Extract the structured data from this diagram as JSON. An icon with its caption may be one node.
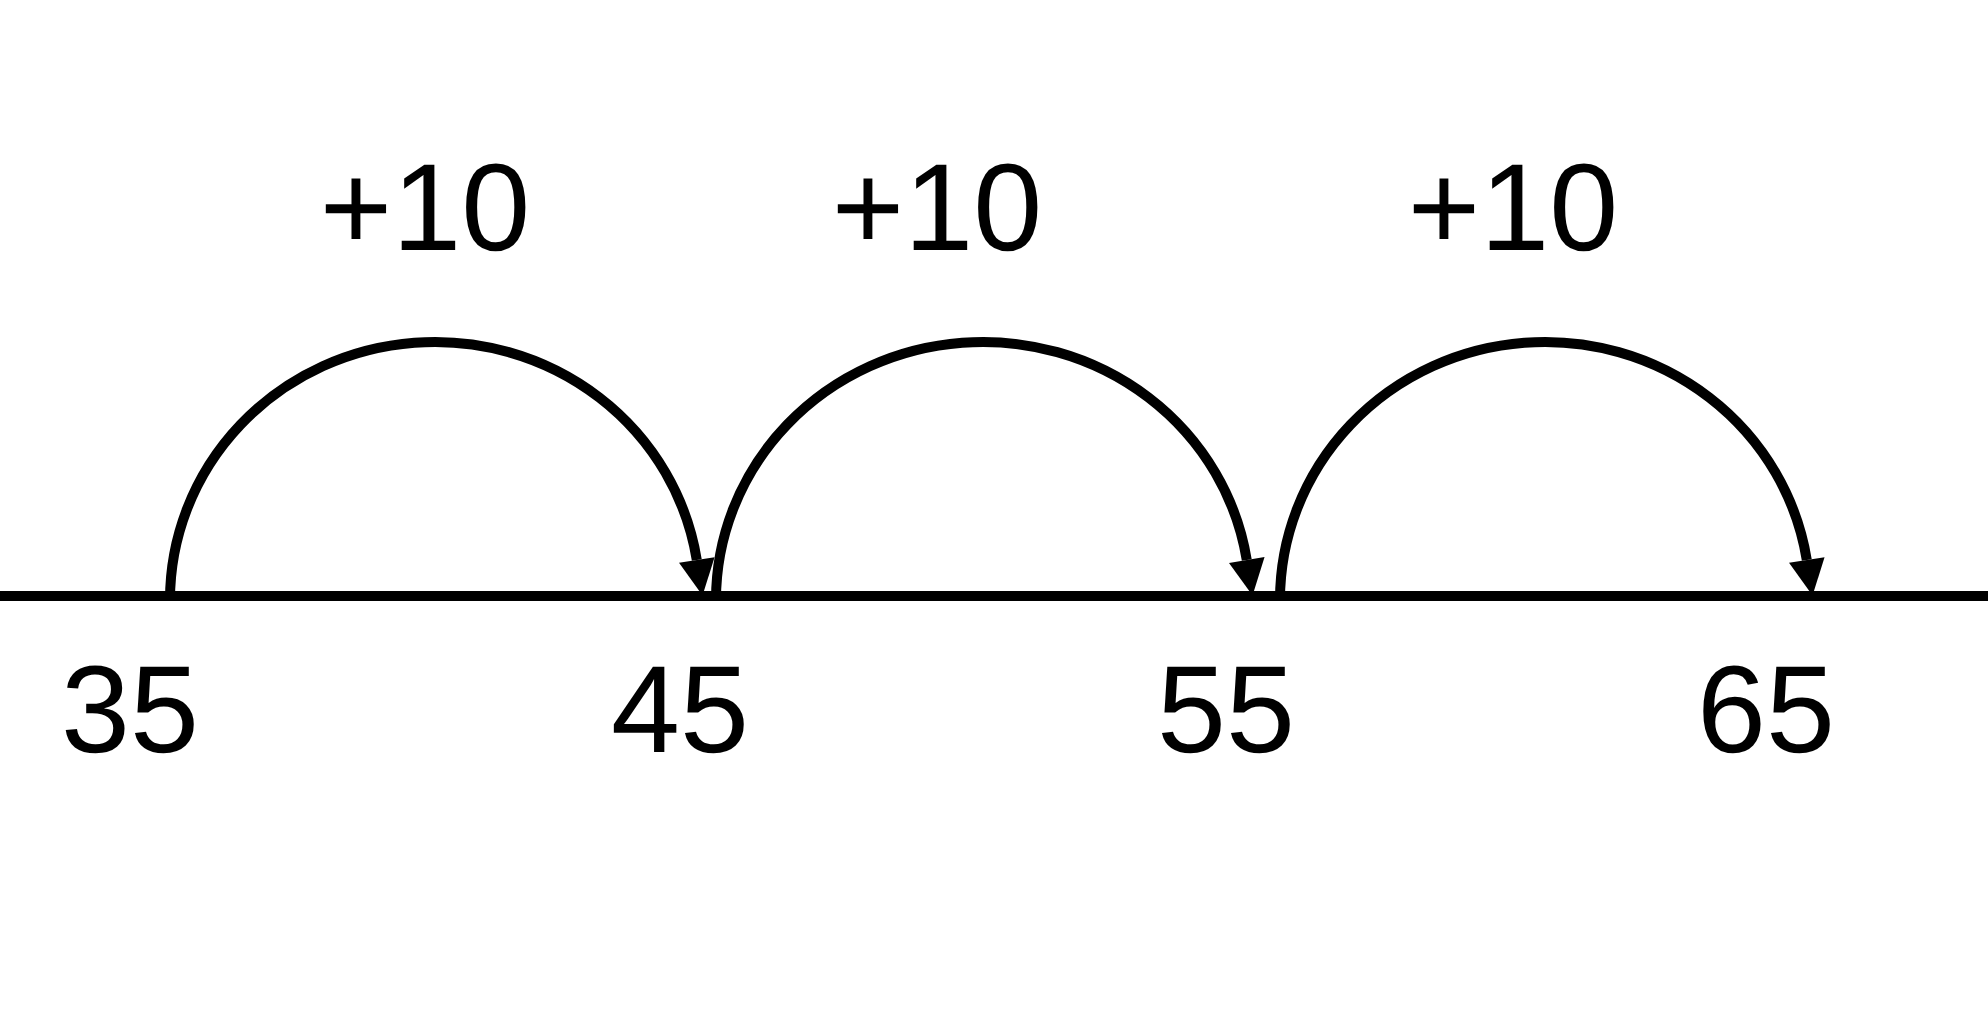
{
  "diagram": {
    "nodes": [
      {
        "text": [
          "35"
        ]
      },
      {
        "text": [
          "45"
        ]
      },
      {
        "text": [
          "55"
        ]
      },
      {
        "text": [
          "65"
        ]
      }
    ],
    "edges": [
      {
        "from": 0,
        "to": 1,
        "arrow": "to",
        "label": "+10"
      },
      {
        "from": 1,
        "to": 2,
        "arrow": "to",
        "label": "+10"
      },
      {
        "from": 2,
        "to": 3,
        "arrow": "to",
        "label": "+10"
      }
    ]
  }
}
